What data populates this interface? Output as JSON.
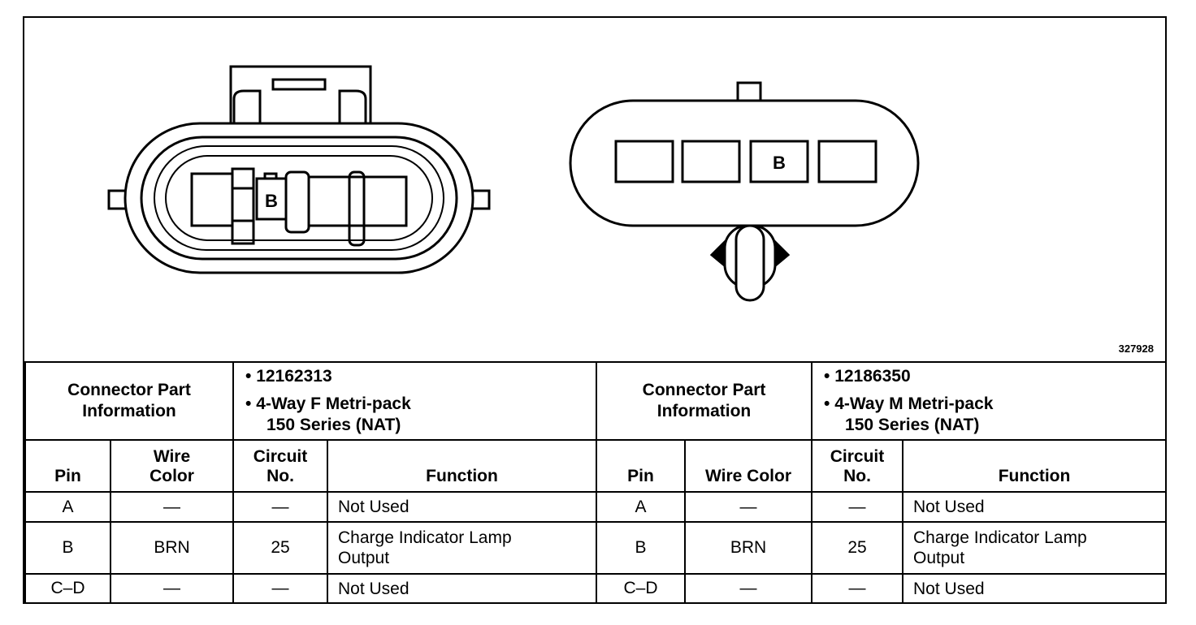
{
  "figure_id": "327928",
  "drawing": {
    "left_connector_pin_label": "B",
    "right_connector_pin_label": "B"
  },
  "connectors": [
    {
      "header_label_line1": "Connector Part",
      "header_label_line2": "Information",
      "info_bullet1": "12162313",
      "info_bullet2_line1": "4-Way F Metri-pack",
      "info_bullet2_line2": "150 Series (NAT)",
      "columns": {
        "pin": "Pin",
        "wire_line1": "Wire",
        "wire_line2": "Color",
        "circuit_line1": "Circuit",
        "circuit_line2": "No.",
        "function": "Function"
      },
      "rows": [
        {
          "pin": "A",
          "wire": "—",
          "circuit": "—",
          "function_line1": "Not Used",
          "function_line2": ""
        },
        {
          "pin": "B",
          "wire": "BRN",
          "circuit": "25",
          "function_line1": "Charge Indicator Lamp",
          "function_line2": "Output"
        },
        {
          "pin": "C–D",
          "wire": "—",
          "circuit": "—",
          "function_line1": "Not Used",
          "function_line2": ""
        }
      ]
    },
    {
      "header_label_line1": "Connector Part",
      "header_label_line2": "Information",
      "info_bullet1": "12186350",
      "info_bullet2_line1": "4-Way M Metri-pack",
      "info_bullet2_line2": "150 Series (NAT)",
      "columns": {
        "pin": "Pin",
        "wire": "Wire Color",
        "circuit_line1": "Circuit",
        "circuit_line2": "No.",
        "function": "Function"
      },
      "rows": [
        {
          "pin": "A",
          "wire": "—",
          "circuit": "—",
          "function_line1": "Not Used",
          "function_line2": ""
        },
        {
          "pin": "B",
          "wire": "BRN",
          "circuit": "25",
          "function_line1": "Charge Indicator Lamp",
          "function_line2": "Output"
        },
        {
          "pin": "C–D",
          "wire": "—",
          "circuit": "—",
          "function_line1": "Not Used",
          "function_line2": ""
        }
      ]
    }
  ]
}
